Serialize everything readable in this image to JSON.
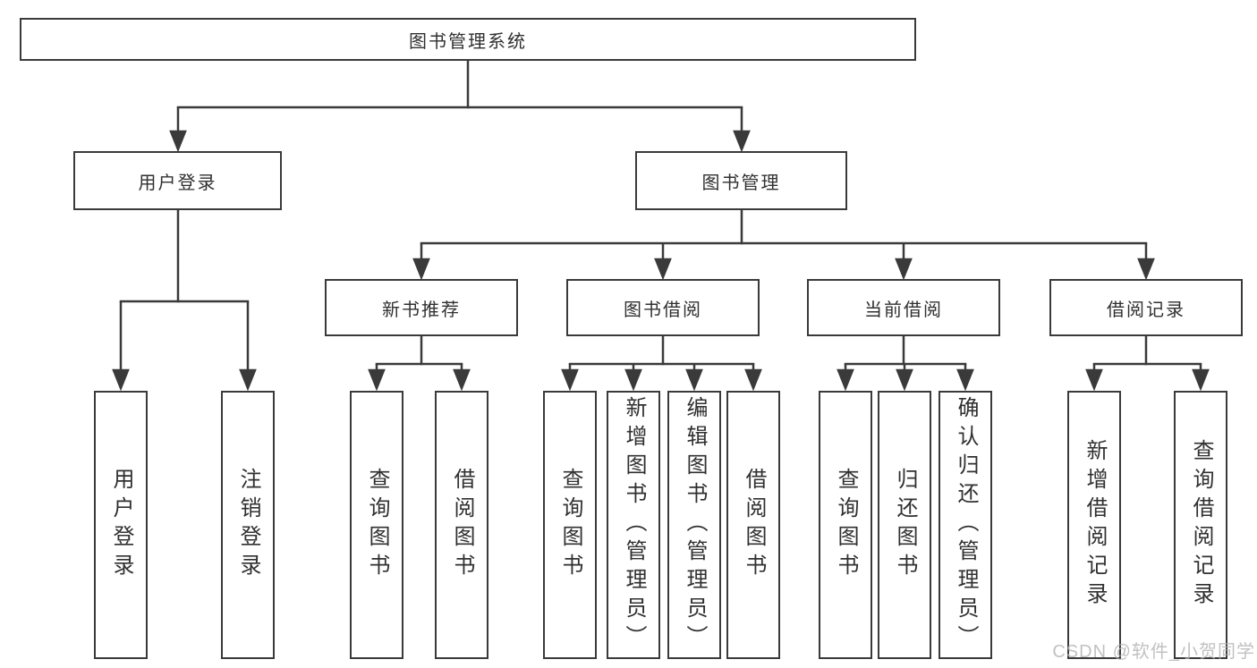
{
  "diagram_type": "hierarchy-tree",
  "tree": {
    "root": "图书管理系统",
    "children": [
      {
        "label": "用户登录",
        "children": [
          "用户登录",
          "注销登录"
        ]
      },
      {
        "label": "图书管理",
        "children": [
          {
            "label": "新书推荐",
            "children": [
              "查询图书",
              "借阅图书"
            ]
          },
          {
            "label": "图书借阅",
            "children": [
              "查询图书",
              "新增图书（管理员）",
              "编辑图书（管理员）",
              "借阅图书"
            ]
          },
          {
            "label": "当前借阅",
            "children": [
              "查询图书",
              "归还图书",
              "确认归还（管理员）"
            ]
          },
          {
            "label": "借阅记录",
            "children": [
              "新增借阅记录",
              "查询借阅记录"
            ]
          }
        ]
      }
    ]
  },
  "watermark": "CSDN @软件_小贺同学",
  "colors": {
    "line": "#3a3a3a",
    "box_border": "#3a3a3a",
    "text": "#303030",
    "background": "#ffffff",
    "watermark": "#b2b2b2"
  }
}
